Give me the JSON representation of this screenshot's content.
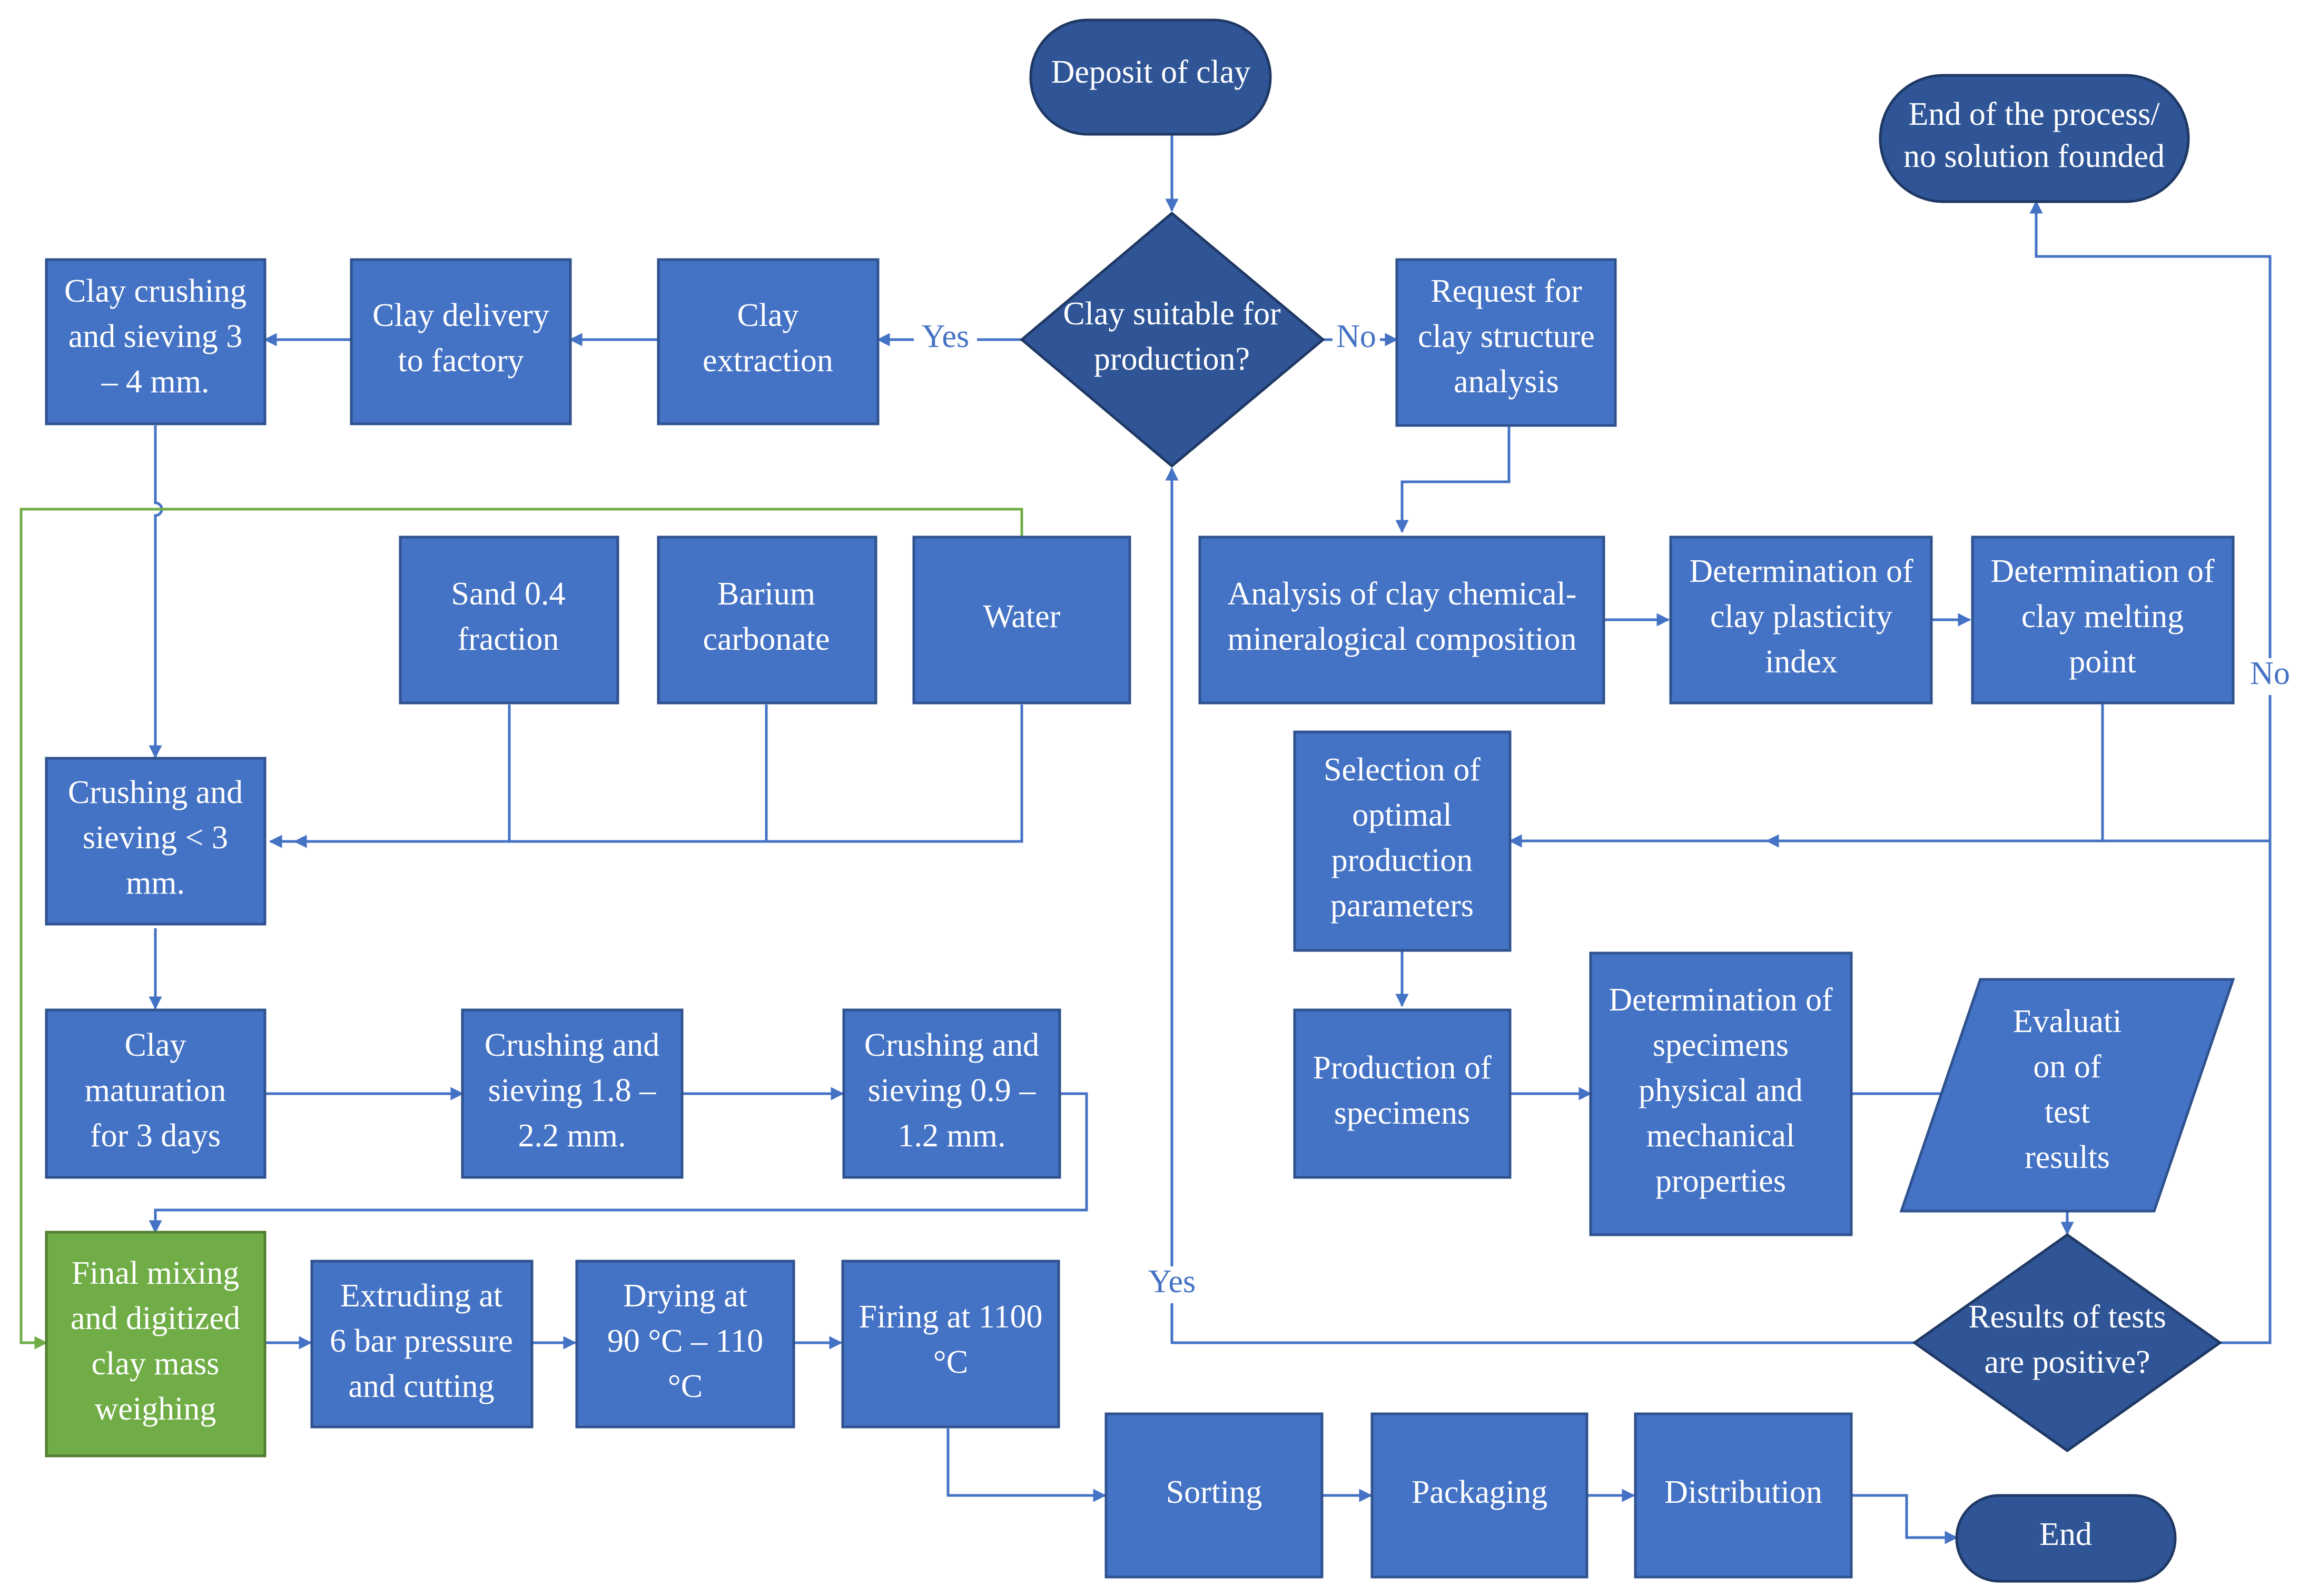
{
  "colors": {
    "process": "#4472C4",
    "terminal": "#2F5597",
    "highlight": "#70AD47",
    "connector": "#4472C4",
    "green_connector": "#70AD47"
  },
  "nodes": {
    "deposit": [
      "Deposit of clay"
    ],
    "decision_clay": [
      "Clay suitable for",
      "production?"
    ],
    "clay_extraction": [
      "Clay",
      "extraction"
    ],
    "clay_delivery": [
      "Clay delivery",
      "to factory"
    ],
    "clay_crushing": [
      "Clay crushing",
      "and sieving 3",
      "– 4 mm."
    ],
    "request_analysis": [
      "Request for",
      "clay structure",
      "analysis"
    ],
    "end_no_solution": [
      "End of the process/",
      "no solution founded"
    ],
    "sand": [
      "Sand 0.4",
      "fraction"
    ],
    "barium": [
      "Barium",
      "carbonate"
    ],
    "water": [
      "Water"
    ],
    "crushing_3": [
      "Crushing and",
      "sieving < 3",
      "mm."
    ],
    "analysis_chem": [
      "Analysis of clay chemical-",
      "mineralogical composition"
    ],
    "plasticity": [
      "Determination of",
      "clay plasticity",
      "index"
    ],
    "melting": [
      "Determination of",
      "clay melting",
      "point"
    ],
    "selection": [
      "Selection of",
      "optimal",
      "production",
      "parameters"
    ],
    "maturation": [
      "Clay",
      "maturation",
      "for 3 days"
    ],
    "crushing_18": [
      "Crushing and",
      "sieving 1.8 –",
      "2.2 mm."
    ],
    "crushing_09": [
      "Crushing and",
      "sieving 0.9 –",
      "1.2 mm."
    ],
    "production_specimens": [
      "Production of",
      "specimens"
    ],
    "det_specimens": [
      "Determination of",
      "specimens",
      "physical and",
      "mechanical",
      "properties"
    ],
    "evaluation": [
      "Evaluati",
      "on of",
      "test",
      "results"
    ],
    "final_mixing": [
      "Final mixing",
      "and digitized",
      "clay mass",
      "weighing"
    ],
    "extruding": [
      "Extruding at",
      "6 bar pressure",
      "and cutting"
    ],
    "drying": [
      "Drying at",
      "90 °C – 110",
      "°C"
    ],
    "firing": [
      "Firing at 1100",
      "°C"
    ],
    "decision_results": [
      "Results of tests",
      "are positive?"
    ],
    "sorting": [
      "Sorting"
    ],
    "packaging": [
      "Packaging"
    ],
    "distribution": [
      "Distribution"
    ],
    "end": [
      "End"
    ]
  },
  "edge_labels": {
    "yes_extraction": "Yes",
    "no_request": "No",
    "no_end": "No",
    "yes_loop": "Yes"
  }
}
